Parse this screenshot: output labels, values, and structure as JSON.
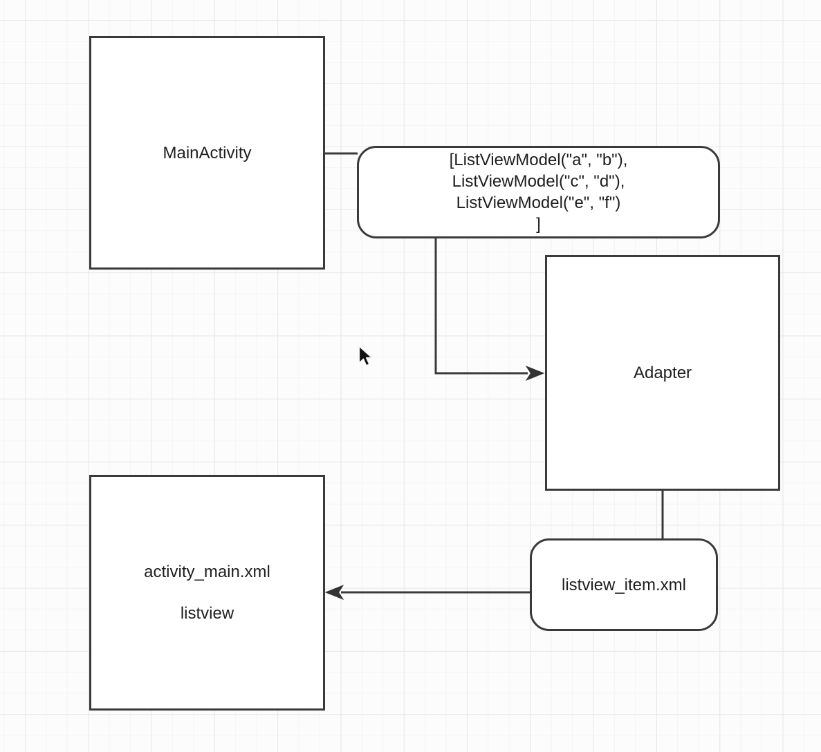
{
  "diagram": {
    "nodes": {
      "main_activity": {
        "label": "MainActivity",
        "shape": "rectangle"
      },
      "list_view_models": {
        "shape": "rounded-rectangle",
        "lines": [
          "[ListViewModel(\"a\", \"b\"),",
          "ListViewModel(\"c\", \"d\"),",
          "ListViewModel(\"e\", \"f\")",
          "]"
        ]
      },
      "adapter": {
        "label": "Adapter",
        "shape": "rectangle"
      },
      "activity_main": {
        "shape": "rectangle",
        "line1": "activity_main.xml",
        "line2": "listview"
      },
      "listview_item": {
        "label": "listview_item.xml",
        "shape": "rounded-rectangle"
      }
    },
    "edges": [
      {
        "from": "main_activity",
        "to": "list_view_models",
        "arrow": "none"
      },
      {
        "from": "list_view_models",
        "to": "adapter",
        "arrow": "end"
      },
      {
        "from": "adapter",
        "to": "listview_item",
        "arrow": "none"
      },
      {
        "from": "listview_item",
        "to": "activity_main",
        "arrow": "end"
      }
    ],
    "colors": {
      "stroke": "#3a3a3a",
      "text": "#1e1e1e",
      "node_fill": "#ffffff",
      "background": "#fcfcfc",
      "grid_minor": "#f5f4f4",
      "grid_major": "#e9e8e8"
    }
  },
  "icons": {
    "cursor": "arrow-pointer"
  }
}
